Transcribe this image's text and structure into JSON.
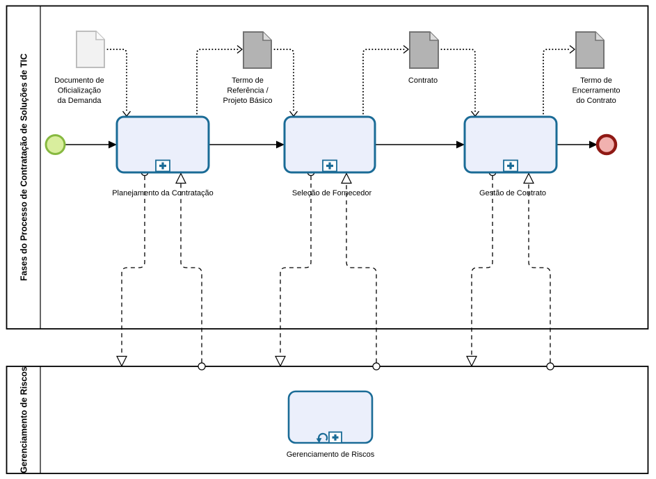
{
  "pools": [
    {
      "label": "Fases do Processo de Contratação de Soluções de TIC"
    },
    {
      "label": "Gerenciamento de Riscos"
    }
  ],
  "tasks": [
    {
      "label": "Planejamento da Contratação",
      "type": "collapsed-subprocess"
    },
    {
      "label": "Seleção de Fornecedor",
      "type": "collapsed-subprocess"
    },
    {
      "label": "Gestão de Contrato",
      "type": "collapsed-subprocess"
    },
    {
      "label": "Gerenciamento de Riscos",
      "type": "collapsed-subprocess-loop"
    }
  ],
  "data_objects": [
    {
      "lines": [
        "Documento de",
        "Oficialização",
        "da Demanda"
      ]
    },
    {
      "lines": [
        "Termo de",
        "Referência /",
        "Projeto Básico"
      ]
    },
    {
      "lines": [
        "Contrato"
      ]
    },
    {
      "lines": [
        "Termo de",
        "Encerramento",
        "do Contrato"
      ]
    }
  ],
  "icons": {
    "subprocess_marker": "plus-in-square",
    "loop_marker": "circular-arrow",
    "data_object": "document-with-folded-corner"
  },
  "colors": {
    "task_fill": "#EBEFFB",
    "task_border": "#1A6B96",
    "start_fill": "#D9EE9E",
    "start_border": "#87B940",
    "end_fill": "#F1B1AF",
    "end_border": "#8F1914",
    "doc_light_fill": "#F2F2F2",
    "doc_light_border": "#BDBDBD",
    "doc_gray_fill": "#B3B3B3",
    "doc_gray_border": "#737373"
  }
}
